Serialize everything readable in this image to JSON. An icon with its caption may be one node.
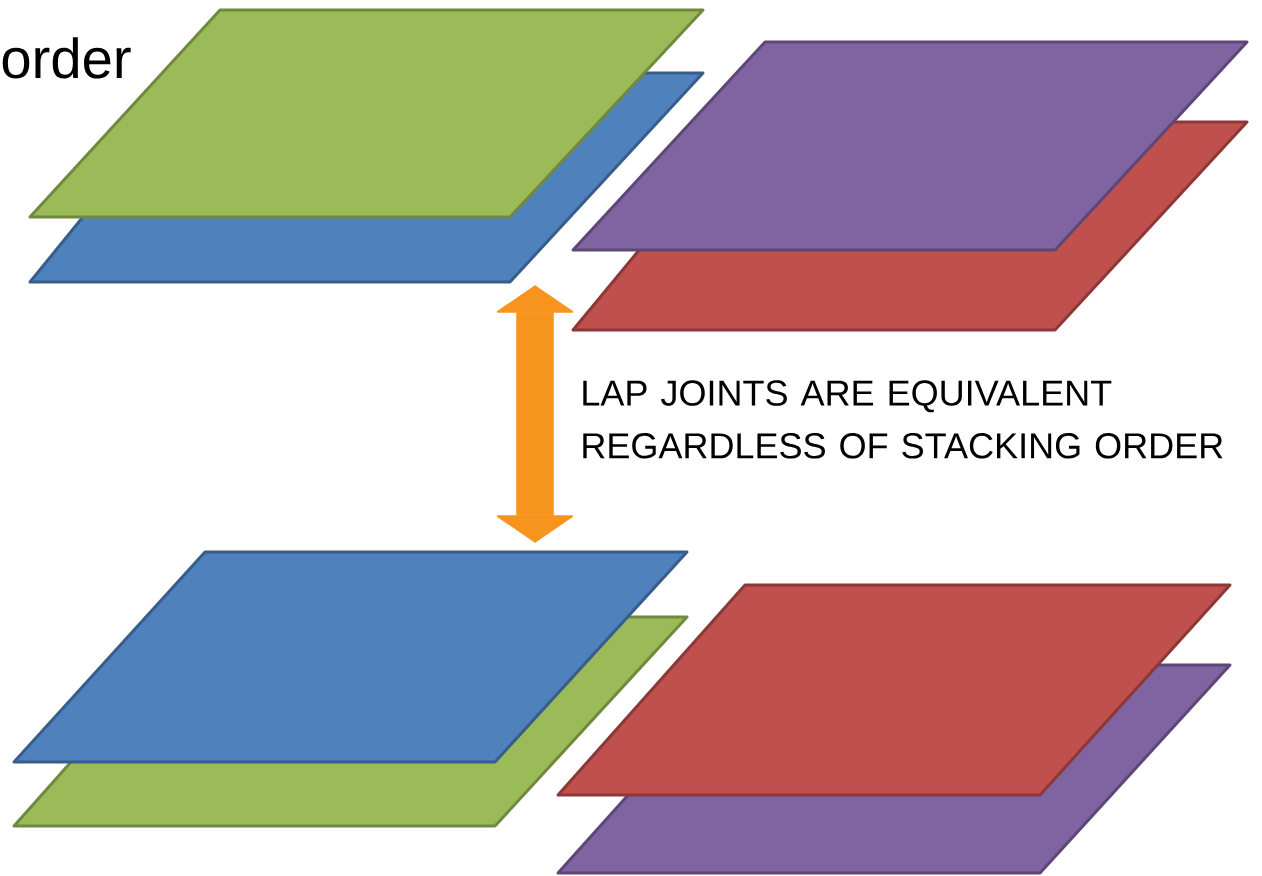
{
  "diagram": {
    "nodes": [
      {
        "text": [],
        "shape": "parallelogram"
      },
      {
        "text": [],
        "shape": "parallelogram"
      },
      {
        "text": [],
        "shape": "parallelogram"
      },
      {
        "text": [],
        "shape": "parallelogram"
      },
      {
        "text": [],
        "shape": "parallelogram"
      },
      {
        "text": [],
        "shape": "parallelogram"
      },
      {
        "text": [],
        "shape": "parallelogram"
      },
      {
        "text": [],
        "shape": "parallelogram"
      }
    ],
    "edges": [
      {
        "from": 1,
        "to": 4,
        "arrow": "both"
      }
    ],
    "labels": [
      "order",
      "LAP JOINTS ARE EQUIVALENT REGARDLESS OF STACKING ORDER"
    ]
  }
}
